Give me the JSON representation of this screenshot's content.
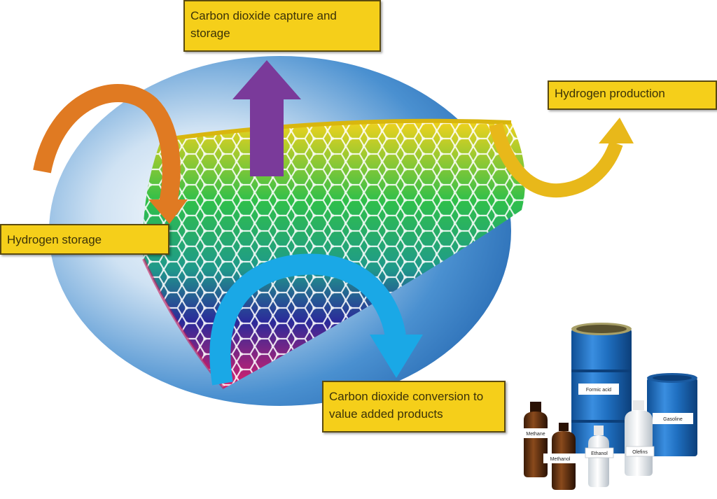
{
  "labels": {
    "co2_capture": "Carbon dioxide capture and storage",
    "h2_production": "Hydrogen production",
    "h2_storage": "Hydrogen storage",
    "co2_conversion": "Carbon dioxide conversion to value added products"
  },
  "products": {
    "formic_acid": "Formic acid",
    "gasoline": "Gasoline",
    "methane": "Methane",
    "methanol": "Methanol",
    "ethanol": "Ethanol",
    "olefins": "Olefins"
  },
  "colors": {
    "label_fill": "#f5cf1a",
    "arrow_orange": "#e07a22",
    "arrow_purple": "#7a3a9a",
    "arrow_gold": "#e8b81a",
    "arrow_blue": "#1aa8e6",
    "nanotube_top": "#f2d21c",
    "nanotube_mid": "#2fbf4a",
    "nanotube_lower": "#2b2a9a",
    "nanotube_bottom": "#e0206a",
    "drum_blue": "#1f6fc0"
  }
}
